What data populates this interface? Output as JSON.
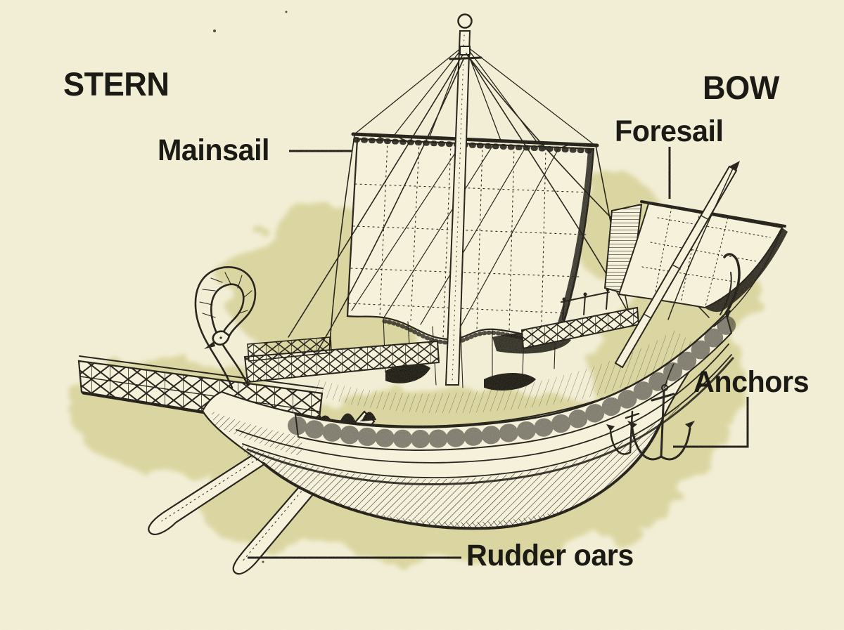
{
  "diagram": {
    "description": "Engraved side-view illustration of an ancient sailing merchant ship with labeled parts",
    "colors": {
      "background": "#f3efd8",
      "ink": "#1f1c16",
      "shadow_tint": "#d8d39a"
    },
    "labels": {
      "stern": {
        "text": "STERN"
      },
      "bow": {
        "text": "BOW"
      },
      "mainsail": {
        "text": "Mainsail"
      },
      "foresail": {
        "text": "Foresail"
      },
      "anchors": {
        "text": "Anchors"
      },
      "rudder_oars": {
        "text": "Rudder oars"
      }
    }
  }
}
